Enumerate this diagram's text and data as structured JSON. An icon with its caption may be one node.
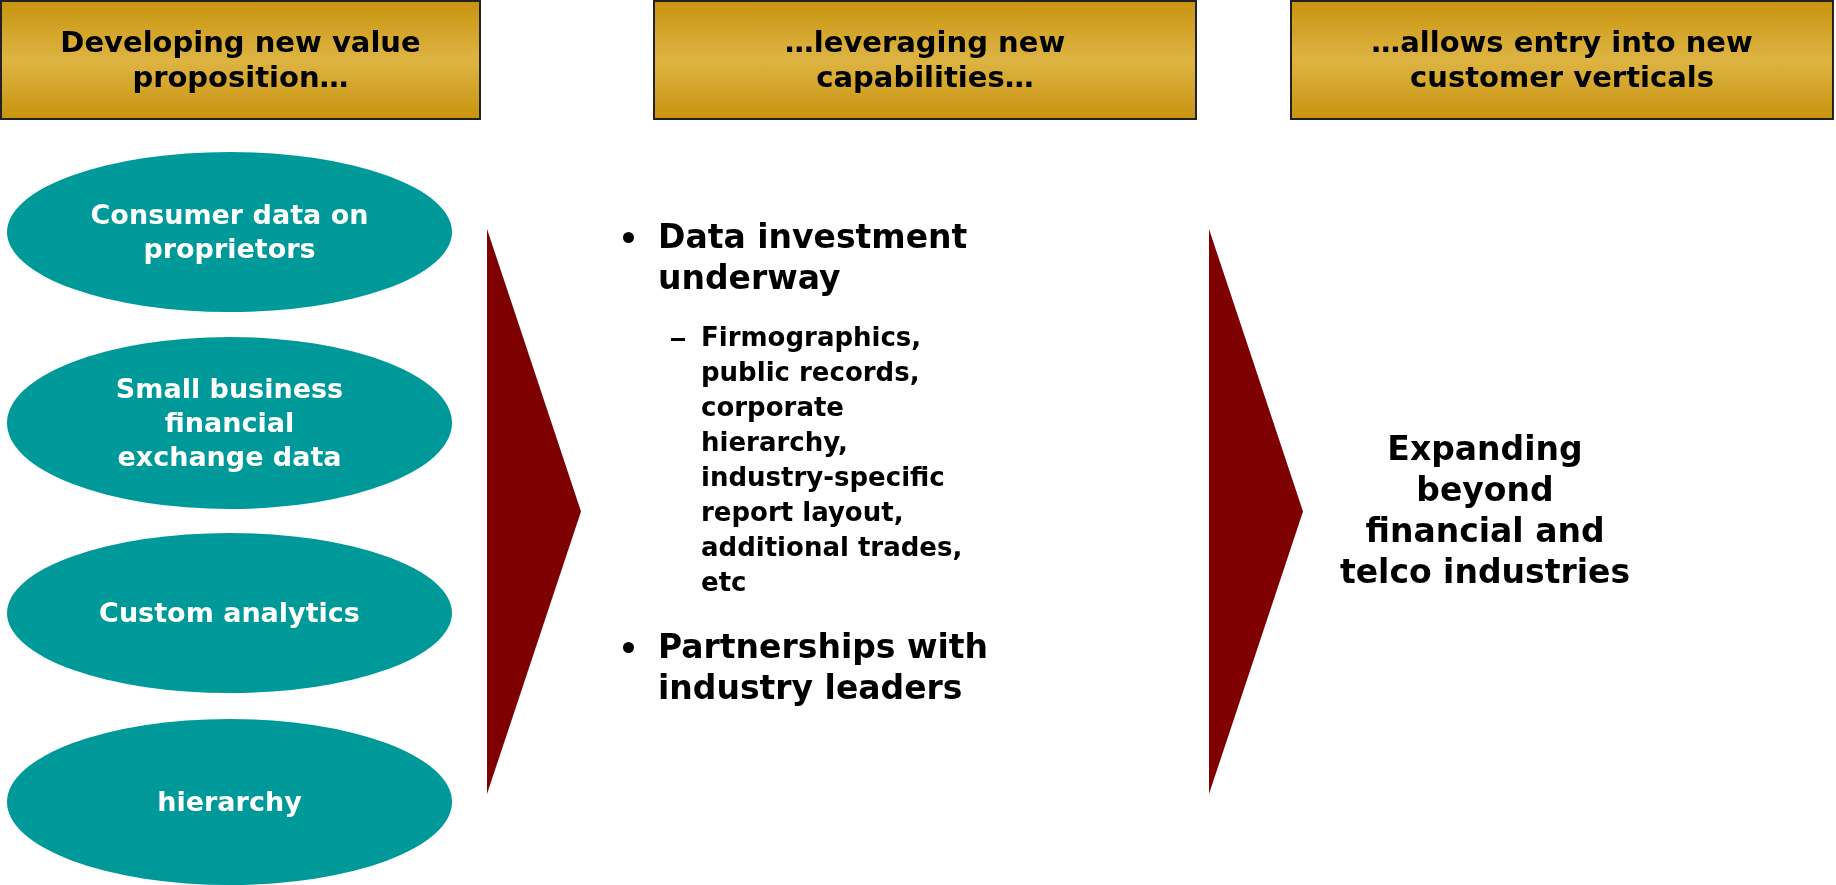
{
  "diagram": {
    "nodes": [
      {
        "text": [
          "Developing new value proposition…"
        ]
      },
      {
        "text": [
          "…leveraging new capabilities…"
        ]
      },
      {
        "text": [
          "…allows entry into new customer verticals"
        ]
      },
      {
        "text": [
          "Consumer data on proprietors"
        ]
      },
      {
        "text": [
          "Small business financial exchange data"
        ]
      },
      {
        "text": [
          "Custom analytics"
        ]
      },
      {
        "text": [
          "hierarchy"
        ]
      },
      {
        "text": [
          "Data investment underway",
          "Firmographics, public records, corporate hierarchy, industry-specific report layout, additional trades, etc",
          "Partnerships with industry leaders"
        ]
      },
      {
        "text": [
          "Expanding beyond financial and telco industries"
        ]
      }
    ],
    "edges": [
      {
        "from": null,
        "to": 7,
        "arrow": "to"
      },
      {
        "from": null,
        "to": 8,
        "arrow": "to"
      }
    ]
  }
}
